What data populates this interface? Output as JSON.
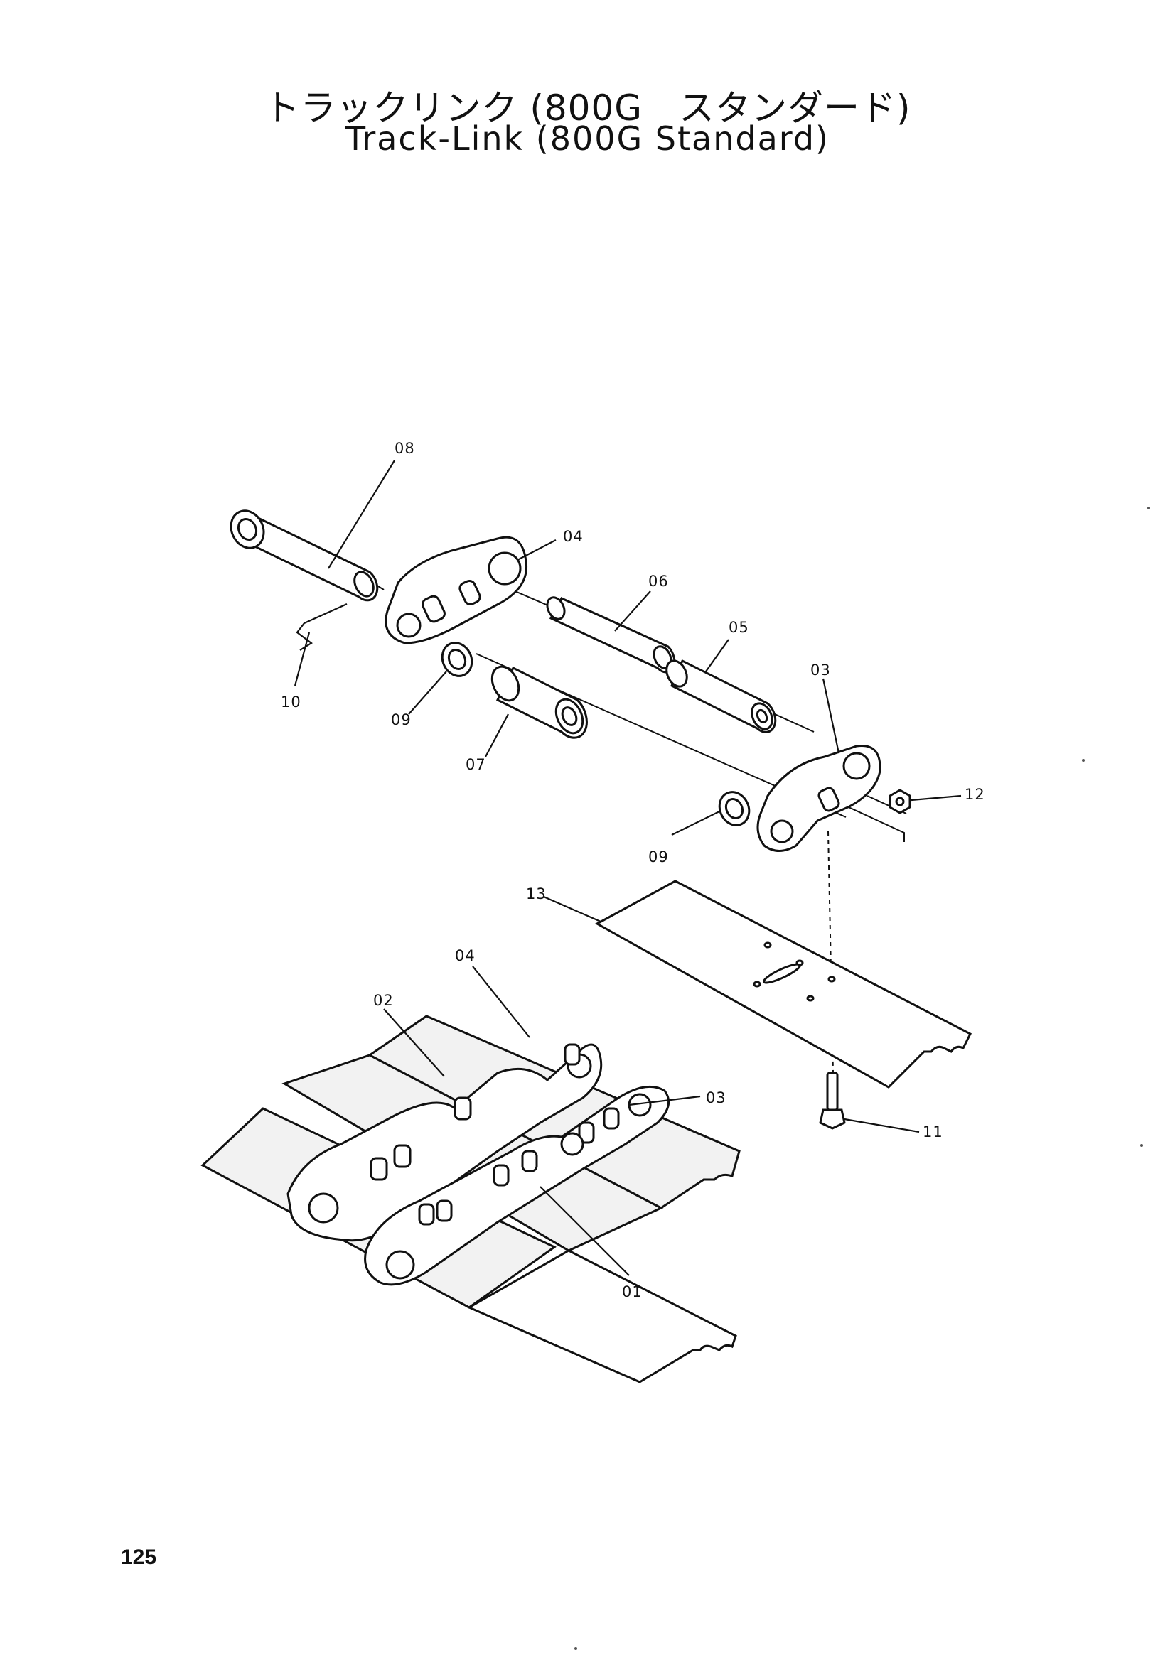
{
  "title": {
    "japanese": "トラックリンク (800G　スタンダード)",
    "english": "Track-Link (800G  Standard)"
  },
  "callouts": {
    "c08": "08",
    "c04_top": "04",
    "c06": "06",
    "c05": "05",
    "c03_top": "03",
    "c10": "10",
    "c09_left": "09",
    "c07": "07",
    "c09_right": "09",
    "c12": "12",
    "c13": "13",
    "c04_bottom": "04",
    "c02": "02",
    "c03_bottom": "03",
    "c11": "11",
    "c01": "01"
  },
  "page_number": "125"
}
